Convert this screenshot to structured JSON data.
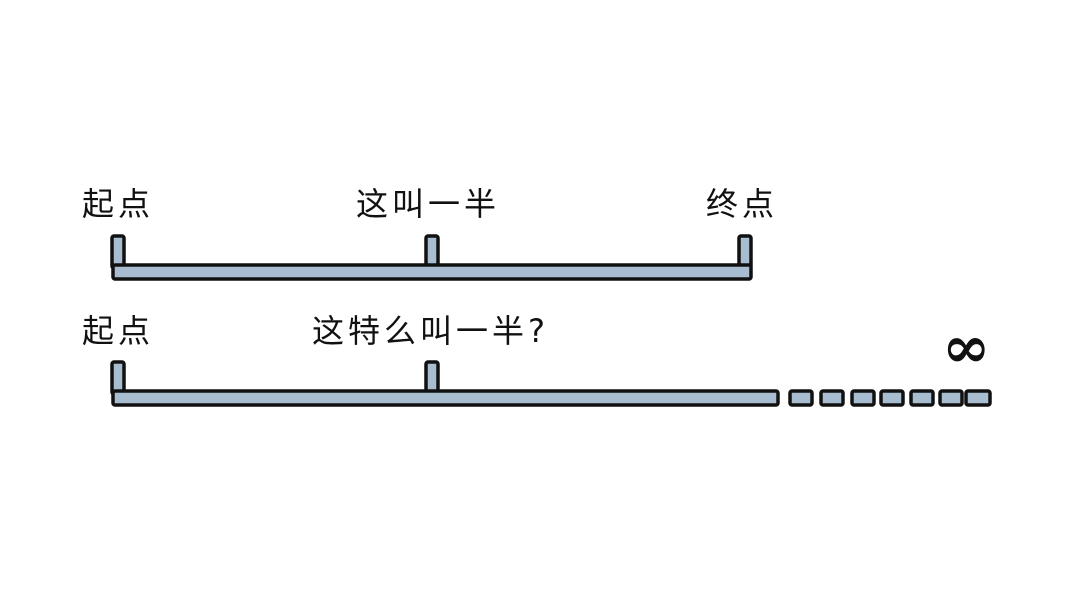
{
  "line1": {
    "start_label": "起点",
    "half_label": "这叫一半",
    "end_label": "终点"
  },
  "line2": {
    "start_label": "起点",
    "half_label": "这特么叫一半?",
    "infinity_symbol": "∞"
  },
  "colors": {
    "bar_fill": "#a9bdd1",
    "outline": "#111111"
  }
}
